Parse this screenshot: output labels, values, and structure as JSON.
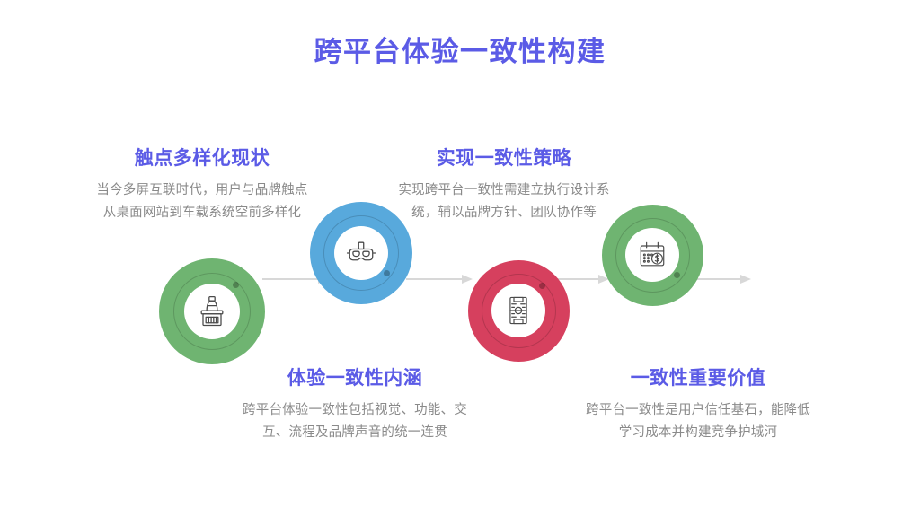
{
  "page": {
    "title": "跨平台体验一致性构建",
    "background_color": "#ffffff",
    "title_color": "#5b5be6",
    "body_text_color": "#8a8a8a",
    "arrow_color": "#d8d8d8"
  },
  "nodes": [
    {
      "id": "node-1",
      "color": "#6fb471",
      "icon": "government-building-icon",
      "order": 1
    },
    {
      "id": "node-2",
      "color": "#58a9dc",
      "icon": "vr-headset-icon",
      "order": 2
    },
    {
      "id": "node-3",
      "color": "#d6405e",
      "icon": "sports-field-icon",
      "order": 3
    },
    {
      "id": "node-4",
      "color": "#6fb471",
      "icon": "calendar-money-icon",
      "order": 4
    }
  ],
  "blocks": [
    {
      "id": "block-touchpoint-diversity",
      "title": "触点多样化现状",
      "body": "当今多屏互联时代，用户与品牌触点从桌面网站到车载系统空前多样化",
      "position": "above"
    },
    {
      "id": "block-consistency-strategy",
      "title": "实现一致性策略",
      "body": "实现跨平台一致性需建立执行设计系统，辅以品牌方针、团队协作等",
      "position": "above"
    },
    {
      "id": "block-consistency-meaning",
      "title": "体验一致性内涵",
      "body": "跨平台体验一致性包括视觉、功能、交互、流程及品牌声音的统一连贯",
      "position": "below"
    },
    {
      "id": "block-consistency-value",
      "title": "一致性重要价值",
      "body": "跨平台一致性是用户信任基石，能降低学习成本并构建竞争护城河",
      "position": "below"
    }
  ]
}
